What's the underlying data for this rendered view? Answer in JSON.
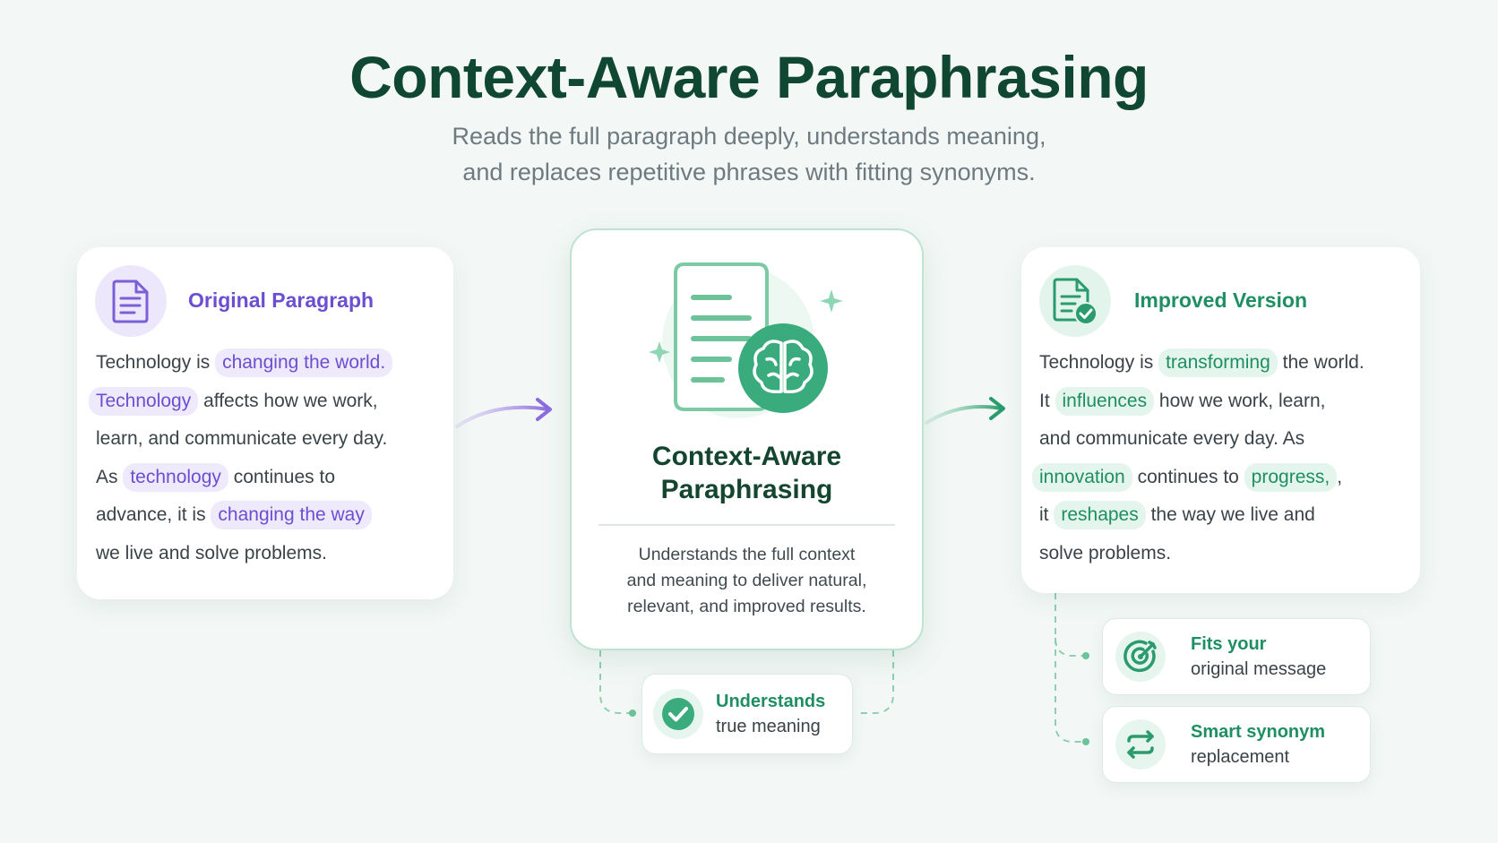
{
  "header": {
    "title": "Context-Aware Paraphrasing",
    "subtitle_line1": "Reads the full paragraph deeply, understands meaning,",
    "subtitle_line2": "and replaces repetitive phrases with fitting synonyms."
  },
  "original": {
    "heading": "Original Paragraph",
    "icon": "document-icon",
    "lines": [
      {
        "segments": [
          {
            "t": "Technology is "
          },
          {
            "t": "changing the world.",
            "hl": true
          }
        ]
      },
      {
        "segments": [
          {
            "t": "Technology",
            "hl": true,
            "lead": true
          },
          {
            "t": " affects how we work,"
          }
        ]
      },
      {
        "segments": [
          {
            "t": "learn, and communicate every day."
          }
        ]
      },
      {
        "segments": [
          {
            "t": "As "
          },
          {
            "t": "technology",
            "hl": true
          },
          {
            "t": " continues to"
          }
        ]
      },
      {
        "segments": [
          {
            "t": "advance, it is "
          },
          {
            "t": "changing the way",
            "hl": true
          }
        ]
      },
      {
        "segments": [
          {
            "t": "we live and solve problems."
          }
        ]
      }
    ],
    "highlight_color": "#6b4fd0"
  },
  "center": {
    "title_line1": "Context-Aware",
    "title_line2": "Paraphrasing",
    "icon": "document-brain-icon",
    "desc_line1": "Understands the full context",
    "desc_line2": "and meaning to deliver natural,",
    "desc_line3": "relevant, and improved results."
  },
  "improved": {
    "heading": "Improved Version",
    "icon": "document-check-icon",
    "lines": [
      {
        "segments": [
          {
            "t": "Technology is "
          },
          {
            "t": "transforming",
            "hl": true
          },
          {
            "t": " the world."
          }
        ]
      },
      {
        "segments": [
          {
            "t": "It "
          },
          {
            "t": "influences",
            "hl": true
          },
          {
            "t": " how we work, learn,"
          }
        ]
      },
      {
        "segments": [
          {
            "t": "and communicate every day. As"
          }
        ]
      },
      {
        "segments": [
          {
            "t": "innovation",
            "hl": true,
            "lead": true
          },
          {
            "t": " continues to "
          },
          {
            "t": "progress,",
            "hl": true
          },
          {
            "t": ","
          }
        ]
      },
      {
        "segments": [
          {
            "t": "it "
          },
          {
            "t": "reshapes",
            "hl": true
          },
          {
            "t": " the way we live and"
          }
        ]
      },
      {
        "segments": [
          {
            "t": "solve problems."
          }
        ]
      }
    ],
    "highlight_color": "#1f8f63"
  },
  "features": {
    "understands": {
      "bold": "Understands",
      "regular": "true meaning",
      "icon": "check-circle-icon"
    },
    "fits": {
      "bold": "Fits your",
      "regular": "original message",
      "icon": "target-icon"
    },
    "synonym": {
      "bold": "Smart synonym",
      "regular": "replacement",
      "icon": "swap-arrows-icon"
    }
  },
  "colors": {
    "title": "#0f4733",
    "purple": "#6b4fd0",
    "green": "#1f8f63",
    "background": "#f3f8f6"
  }
}
